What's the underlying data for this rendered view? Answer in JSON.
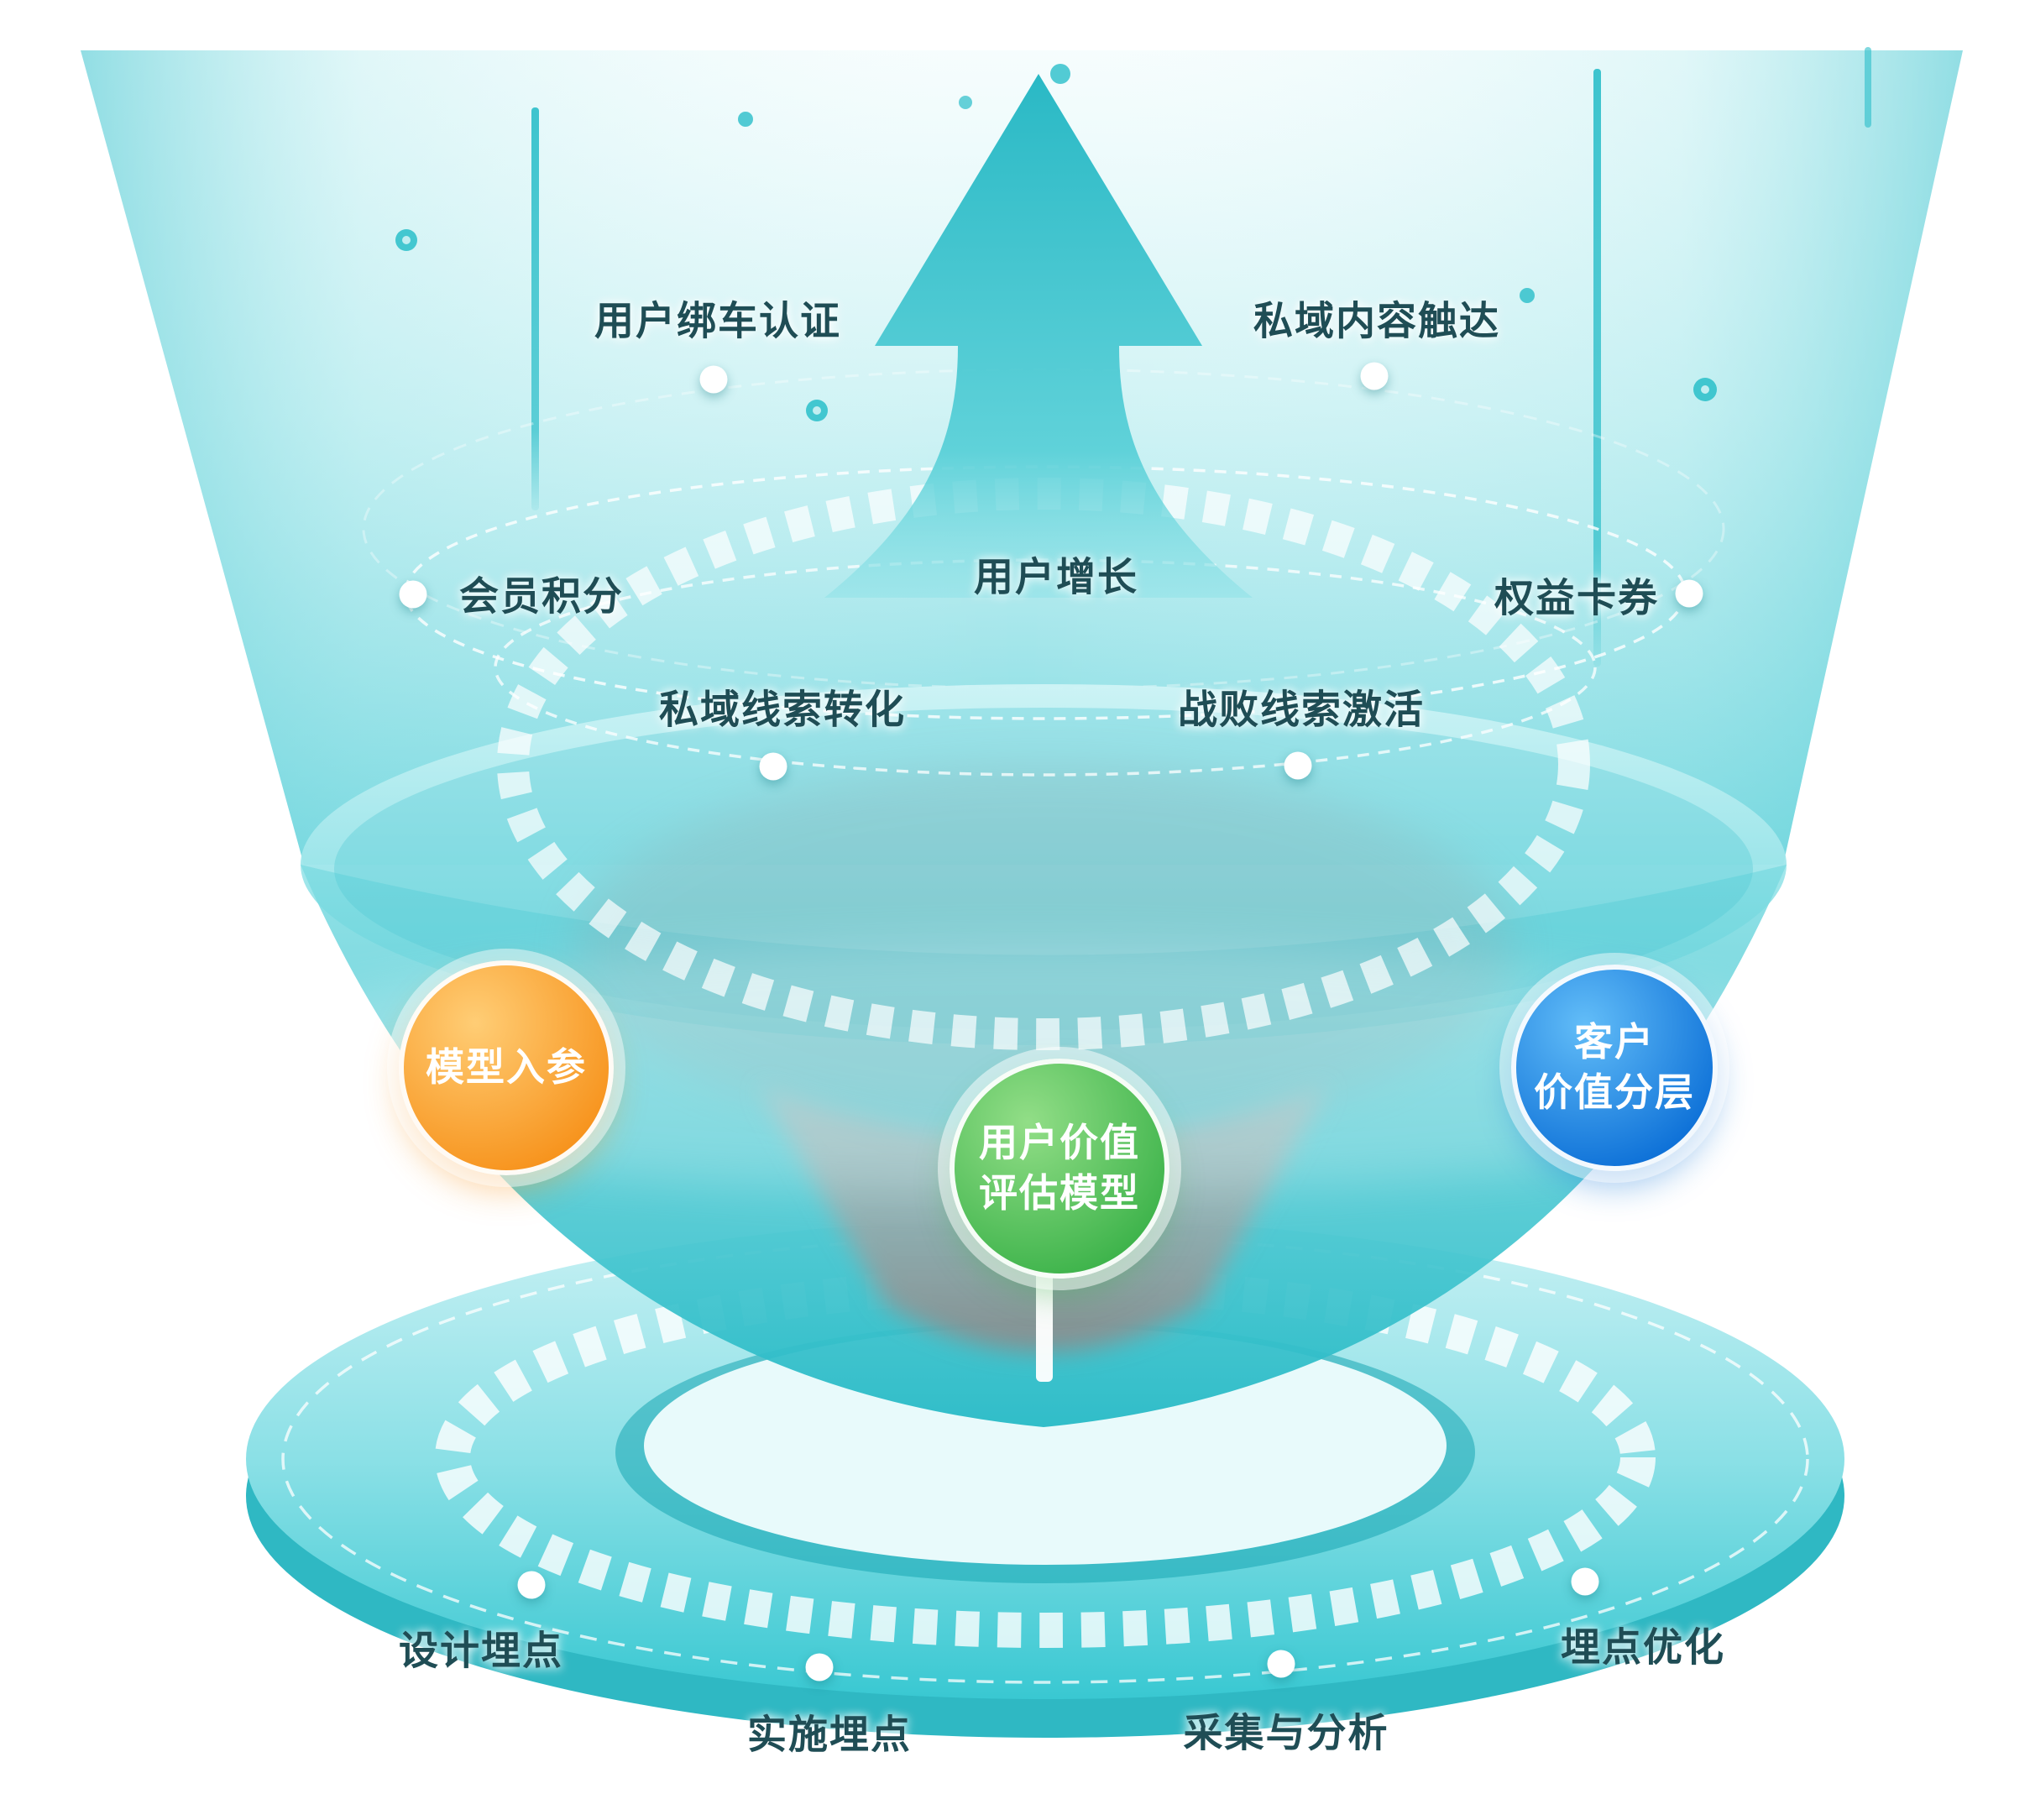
{
  "page": {
    "background": "#FFFFFF"
  },
  "colors": {
    "teal": "#29BEC9",
    "teal_light": "#A8E8EC",
    "text": "#1F4D55",
    "orange": "#F7941E",
    "green": "#3FB44C",
    "blue": "#0F72D8",
    "gray_cone": "#8C8C8C"
  },
  "funnel": {
    "stage_top": {
      "bind_car": "用户绑车认证",
      "private_content": "私域内容触达",
      "member_points": "会员积分",
      "user_growth": "用户增长",
      "benefit_cards": "权益卡券",
      "private_leads": "私域线索转化",
      "lost_leads": "战败线索激活"
    },
    "nodes": {
      "model_input": "模型入参",
      "value_model_line1": "用户价值",
      "value_model_line2": "评估模型",
      "customer_tier_line1": "客户",
      "customer_tier_line2": "价值分层"
    },
    "stage_bottom": {
      "design_tracking": "设计埋点",
      "implement_tracking": "实施埋点",
      "collect_analyze": "采集与分析",
      "tracking_optimize": "埋点优化"
    }
  }
}
